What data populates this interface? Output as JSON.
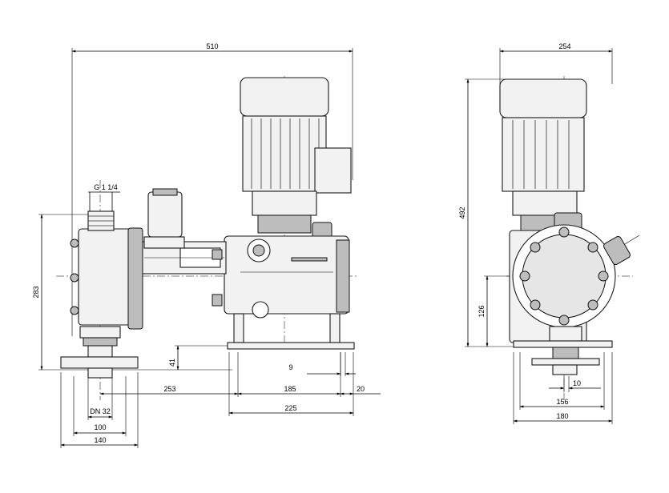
{
  "diagram": {
    "front_view": {
      "thread_label": "G 1 1/4",
      "dims": {
        "overall_length": "510",
        "height": "283",
        "foot_height": "41",
        "gap": "9",
        "inlet_offset": "253",
        "base_inner": "185",
        "base_overhang": "20",
        "base_length": "225",
        "nominal_diameter": "DN 32",
        "flange_inner": "100",
        "flange_outer": "140"
      }
    },
    "side_view": {
      "dims": {
        "width": "254",
        "overall_height": "492",
        "axis_height": "126",
        "offset": "10",
        "base_inner": "156",
        "base_outer": "180"
      }
    }
  }
}
